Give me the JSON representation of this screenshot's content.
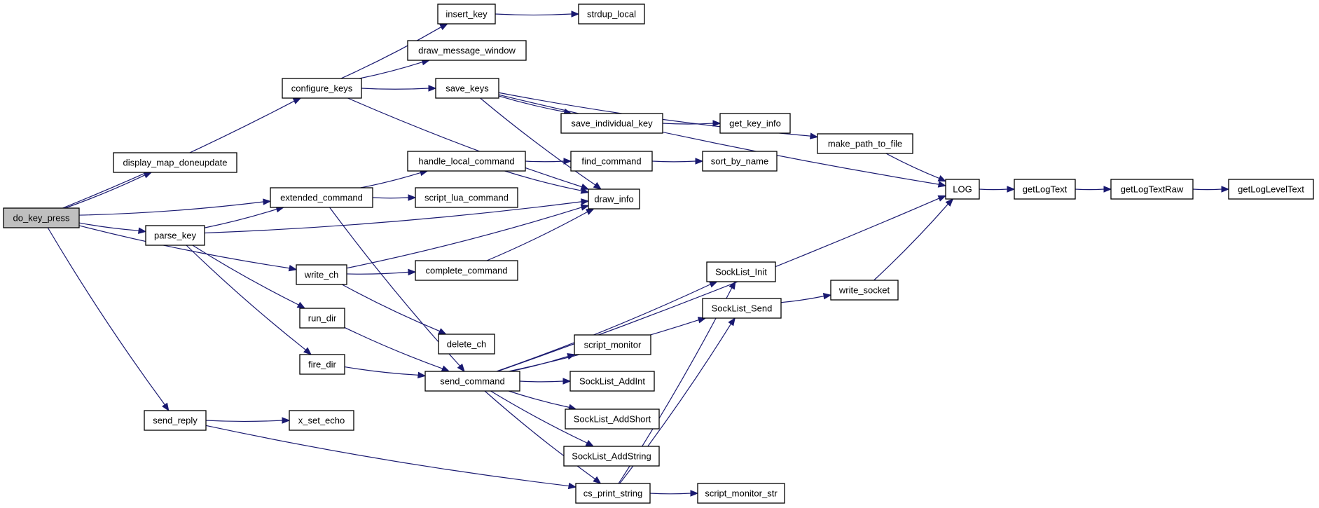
{
  "diagram": {
    "nodes": [
      {
        "id": "do_key_press",
        "label": "do_key_press",
        "highlight": true
      },
      {
        "id": "configure_keys",
        "label": "configure_keys"
      },
      {
        "id": "display_map_doneupdate",
        "label": "display_map_doneupdate"
      },
      {
        "id": "extended_command",
        "label": "extended_command"
      },
      {
        "id": "parse_key",
        "label": "parse_key"
      },
      {
        "id": "write_ch",
        "label": "write_ch"
      },
      {
        "id": "send_reply",
        "label": "send_reply"
      },
      {
        "id": "run_dir",
        "label": "run_dir"
      },
      {
        "id": "fire_dir",
        "label": "fire_dir"
      },
      {
        "id": "x_set_echo",
        "label": "x_set_echo"
      },
      {
        "id": "insert_key",
        "label": "insert_key"
      },
      {
        "id": "draw_message_window",
        "label": "draw_message_window"
      },
      {
        "id": "save_keys",
        "label": "save_keys"
      },
      {
        "id": "handle_local_command",
        "label": "handle_local_command"
      },
      {
        "id": "script_lua_command",
        "label": "script_lua_command"
      },
      {
        "id": "complete_command",
        "label": "complete_command"
      },
      {
        "id": "delete_ch",
        "label": "delete_ch"
      },
      {
        "id": "send_command",
        "label": "send_command"
      },
      {
        "id": "strdup_local",
        "label": "strdup_local"
      },
      {
        "id": "save_individual_key",
        "label": "save_individual_key"
      },
      {
        "id": "find_command",
        "label": "find_command"
      },
      {
        "id": "draw_info",
        "label": "draw_info"
      },
      {
        "id": "script_monitor",
        "label": "script_monitor"
      },
      {
        "id": "SockList_AddInt",
        "label": "SockList_AddInt"
      },
      {
        "id": "SockList_AddShort",
        "label": "SockList_AddShort"
      },
      {
        "id": "SockList_AddString",
        "label": "SockList_AddString"
      },
      {
        "id": "cs_print_string",
        "label": "cs_print_string"
      },
      {
        "id": "get_key_info",
        "label": "get_key_info"
      },
      {
        "id": "sort_by_name",
        "label": "sort_by_name"
      },
      {
        "id": "SockList_Init",
        "label": "SockList_Init"
      },
      {
        "id": "SockList_Send",
        "label": "SockList_Send"
      },
      {
        "id": "script_monitor_str",
        "label": "script_monitor_str"
      },
      {
        "id": "make_path_to_file",
        "label": "make_path_to_file"
      },
      {
        "id": "write_socket",
        "label": "write_socket"
      },
      {
        "id": "LOG",
        "label": "LOG"
      },
      {
        "id": "getLogText",
        "label": "getLogText"
      },
      {
        "id": "getLogTextRaw",
        "label": "getLogTextRaw"
      },
      {
        "id": "getLogLevelText",
        "label": "getLogLevelText"
      }
    ],
    "edges": [
      [
        "do_key_press",
        "configure_keys"
      ],
      [
        "do_key_press",
        "display_map_doneupdate"
      ],
      [
        "do_key_press",
        "extended_command"
      ],
      [
        "do_key_press",
        "parse_key"
      ],
      [
        "do_key_press",
        "write_ch"
      ],
      [
        "do_key_press",
        "send_reply"
      ],
      [
        "configure_keys",
        "insert_key"
      ],
      [
        "configure_keys",
        "draw_message_window"
      ],
      [
        "configure_keys",
        "save_keys"
      ],
      [
        "configure_keys",
        "draw_info"
      ],
      [
        "insert_key",
        "strdup_local"
      ],
      [
        "save_keys",
        "LOG"
      ],
      [
        "save_keys",
        "make_path_to_file"
      ],
      [
        "save_keys",
        "save_individual_key"
      ],
      [
        "save_keys",
        "draw_info"
      ],
      [
        "save_individual_key",
        "get_key_info"
      ],
      [
        "make_path_to_file",
        "LOG"
      ],
      [
        "extended_command",
        "handle_local_command"
      ],
      [
        "extended_command",
        "script_lua_command"
      ],
      [
        "extended_command",
        "send_command"
      ],
      [
        "handle_local_command",
        "find_command"
      ],
      [
        "handle_local_command",
        "draw_info"
      ],
      [
        "find_command",
        "sort_by_name"
      ],
      [
        "parse_key",
        "extended_command"
      ],
      [
        "parse_key",
        "draw_info"
      ],
      [
        "parse_key",
        "run_dir"
      ],
      [
        "parse_key",
        "fire_dir"
      ],
      [
        "write_ch",
        "complete_command"
      ],
      [
        "write_ch",
        "draw_info"
      ],
      [
        "write_ch",
        "delete_ch"
      ],
      [
        "complete_command",
        "draw_info"
      ],
      [
        "run_dir",
        "send_command"
      ],
      [
        "fire_dir",
        "send_command"
      ],
      [
        "send_reply",
        "x_set_echo"
      ],
      [
        "send_reply",
        "cs_print_string"
      ],
      [
        "send_command",
        "LOG"
      ],
      [
        "send_command",
        "SockList_Init"
      ],
      [
        "send_command",
        "SockList_Send"
      ],
      [
        "send_command",
        "script_monitor"
      ],
      [
        "send_command",
        "SockList_AddInt"
      ],
      [
        "send_command",
        "SockList_AddShort"
      ],
      [
        "send_command",
        "SockList_AddString"
      ],
      [
        "send_command",
        "cs_print_string"
      ],
      [
        "cs_print_string",
        "SockList_Init"
      ],
      [
        "cs_print_string",
        "SockList_Send"
      ],
      [
        "cs_print_string",
        "script_monitor_str"
      ],
      [
        "SockList_Send",
        "write_socket"
      ],
      [
        "write_socket",
        "LOG"
      ],
      [
        "LOG",
        "getLogText"
      ],
      [
        "getLogText",
        "getLogTextRaw"
      ],
      [
        "getLogTextRaw",
        "getLogLevelText"
      ]
    ]
  }
}
